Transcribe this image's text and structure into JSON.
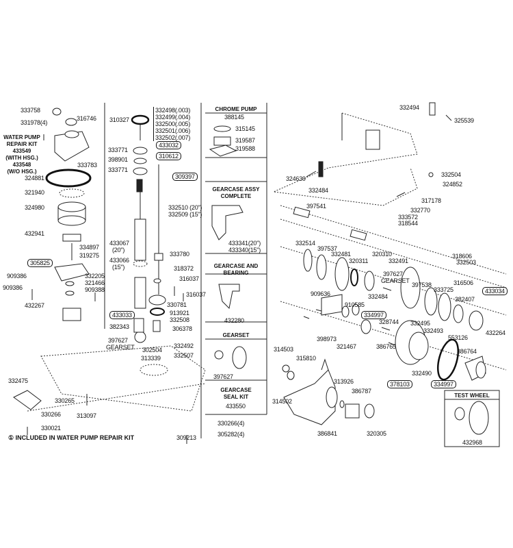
{
  "diagram": {
    "footnote": "INCLUDED IN WATER PUMP REPAIR KIT",
    "footnote_marker": "①",
    "water_pump_kit": {
      "title_line1": "WATER PUMP",
      "title_line2": "REPAIR KIT",
      "with_hsg_number": "433549",
      "with_hsg_note": "(WITH HSG.)",
      "without_hsg_number": "433548",
      "without_hsg_note": "(W/O HSG.)"
    },
    "panels": {
      "chrome_pump": {
        "title": "CHROME PUMP",
        "number": "388145",
        "parts": [
          "315145",
          "319587",
          "319588"
        ]
      },
      "gearcase_assy": {
        "title_line1": "GEARCASE ASSY",
        "title_line2": "COMPLETE",
        "number_20": "433341(20\")",
        "number_15": "433340(15\")"
      },
      "gearcase_bearing": {
        "title_line1": "GEARCASE AND",
        "title_line2": "BEARING",
        "number": "432280"
      },
      "gearset": {
        "title": "GEARSET",
        "number": "397627"
      },
      "seal_kit": {
        "title_line1": "GEARCASE",
        "title_line2": "SEAL KIT",
        "number": "433550"
      },
      "test_wheel": {
        "title": "TEST WHEEL",
        "number": "432968"
      }
    },
    "shim_list": [
      "332498(.003)",
      "332499(.004)",
      "332500(.005)",
      "332501(.006)",
      "332502(.007)"
    ],
    "driveshaft_labels": {
      "long": "332510 (20\")",
      "short": "332509 (15\")"
    },
    "housing_labels": {
      "long": "433067",
      "long_note": "(20\")",
      "short": "433066",
      "short_note": "(15\")"
    },
    "gearset_label": "GEARSET",
    "left_labels": {
      "a": "333758",
      "b": "331978(4)",
      "c": "316746",
      "d": "333783",
      "e": "324881",
      "f": "321940",
      "g": "324980",
      "h": "432941",
      "i": "334897",
      "j": "319275",
      "k": "305825",
      "l": "909386",
      "m": "909386",
      "n": "332205",
      "o": "321466",
      "p": "909388",
      "q": "432267",
      "r": "332475",
      "s": "330265",
      "t": "330266",
      "u": "313097",
      "v": "330021"
    },
    "center_labels": {
      "a": "310327",
      "b": "433032",
      "c": "333771",
      "d": "398901",
      "e": "310612",
      "f": "333771",
      "g": "309397",
      "h": "333780",
      "i": "318372",
      "j": "316037",
      "k": "316037",
      "l": "330781",
      "m": "433033",
      "n": "913921",
      "o": "332508",
      "p": "382343",
      "q": "306378",
      "r": "397627",
      "s": "302504",
      "t": "332492",
      "u": "313339",
      "v": "332507",
      "w": "309213",
      "x": "330266(4)",
      "y": "305282(4)"
    },
    "right_labels": {
      "a": "332494",
      "b": "325539",
      "c": "324639",
      "d": "332484",
      "e": "332504",
      "f": "324852",
      "g": "317178",
      "h": "332770",
      "i": "333572",
      "j": "318544",
      "k": "397541",
      "l": "332514",
      "m": "397537",
      "n": "332481",
      "o": "320311",
      "p": "320310",
      "q": "332491",
      "r": "397627",
      "s": "318606",
      "t": "332503",
      "u": "316506",
      "v": "397538",
      "w": "333725",
      "x": "382407",
      "y": "433034",
      "z": "432264",
      "aa": "332484",
      "ab": "909636",
      "ac": "910585",
      "ad": "334997",
      "ae": "328744",
      "af": "332495",
      "ag": "398973",
      "ah": "321467",
      "ai": "386765",
      "aj": "332493",
      "ak": "553126",
      "al": "386764",
      "am": "332490",
      "an": "378103",
      "ao": "334997",
      "ap": "314503",
      "aq": "315810",
      "ar": "313926",
      "as": "386787",
      "at": "314502",
      "au": "386841",
      "av": "320305"
    }
  }
}
